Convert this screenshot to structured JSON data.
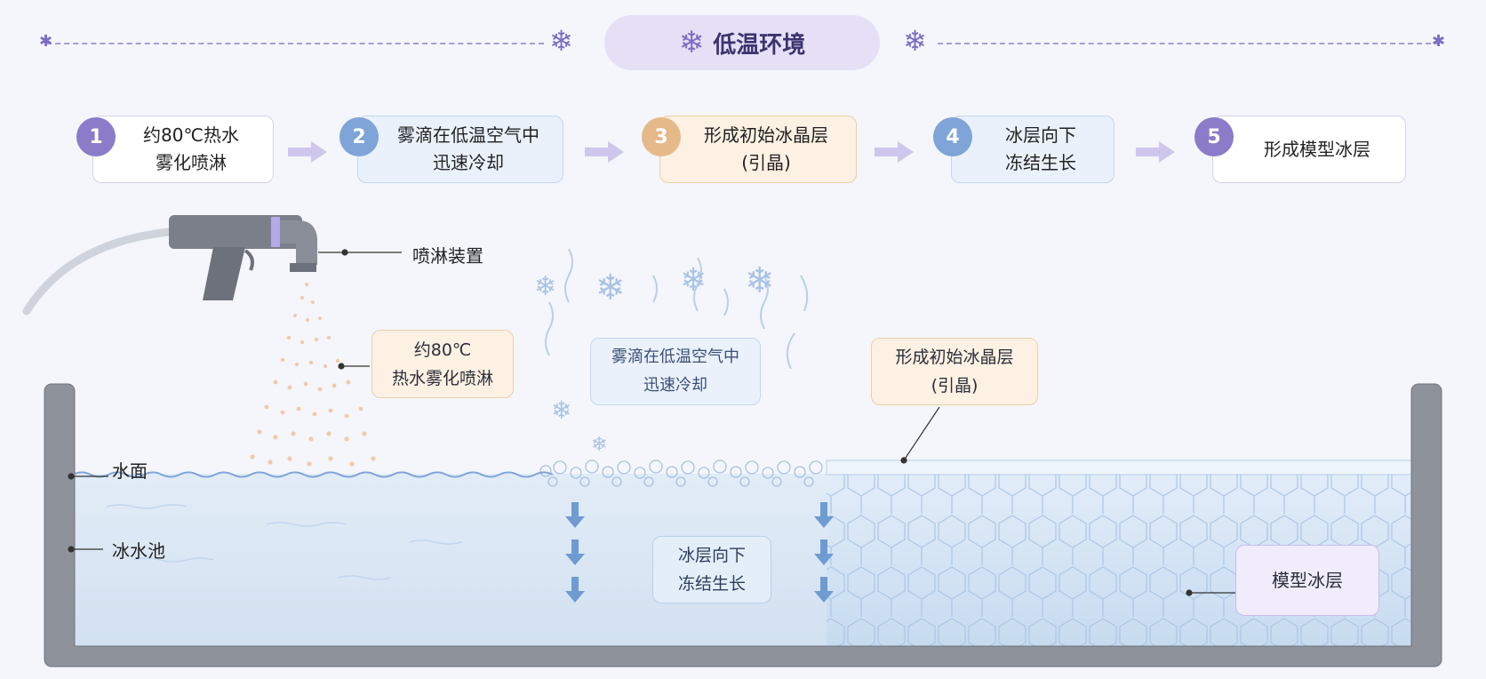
{
  "header": {
    "title": "低温环境",
    "icon": "snowflake-icon"
  },
  "steps": [
    {
      "num": "1",
      "line1": "约80℃热水",
      "line2": "雾化喷淋",
      "color": "#8a7cc8"
    },
    {
      "num": "2",
      "line1": "雾滴在低温空气中",
      "line2": "迅速冷却",
      "color": "#7fa4d8"
    },
    {
      "num": "3",
      "line1": "形成初始冰晶层",
      "line2": "(引晶)",
      "color": "#e6b98a"
    },
    {
      "num": "4",
      "line1": "冰层向下",
      "line2": "冻结生长",
      "color": "#7fa4d8"
    },
    {
      "num": "5",
      "line1": "形成模型冰层",
      "line2": "",
      "color": "#8a7cc8"
    }
  ],
  "scene": {
    "spray_device_label": "喷淋装置",
    "spray_callout": {
      "line1": "约80℃",
      "line2": "热水雾化喷淋"
    },
    "cooling_callout": {
      "line1": "雾滴在低温空气中",
      "line2": "迅速冷却"
    },
    "seed_callout": {
      "line1": "形成初始冰晶层",
      "line2": "(引晶)"
    },
    "growth_callout": {
      "line1": "冰层向下",
      "line2": "冻结生长"
    },
    "model_ice_label": "模型冰层",
    "water_surface_label": "水面",
    "pool_label": "冰水池"
  },
  "colors": {
    "purple": "#8a7cc8",
    "blue": "#7fa4d8",
    "orange": "#e6b98a",
    "water": "#dce8f5",
    "ice": "#c9dcf0"
  }
}
